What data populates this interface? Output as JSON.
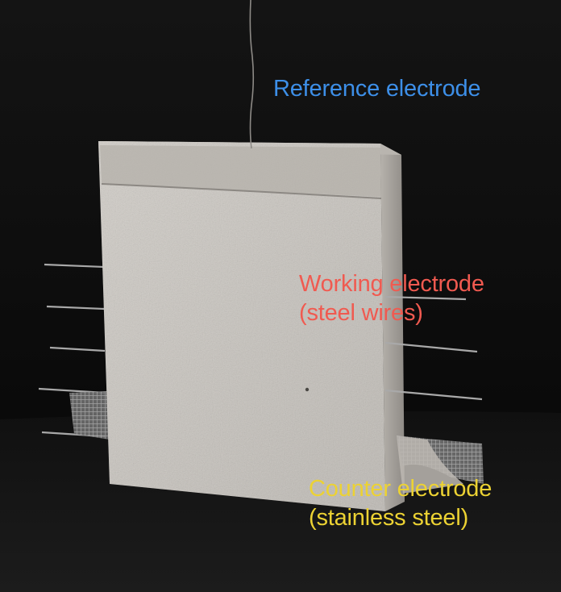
{
  "labels": {
    "reference": {
      "text": "Reference electrode",
      "color": "#3d8fe8"
    },
    "working": {
      "line1": "Working electrode",
      "line2": "(steel wires)",
      "color": "#f05a50"
    },
    "counter": {
      "line1": "Counter electrode",
      "line2": "(stainless steel)",
      "color": "#ecd233"
    }
  },
  "colors": {
    "background": "#0b0b0b",
    "table": "#151515",
    "concrete_face": "#c9c5bf",
    "concrete_edge": "#a8a49f",
    "wire": "#a7a7a7",
    "mesh": "#9c9c9c"
  }
}
